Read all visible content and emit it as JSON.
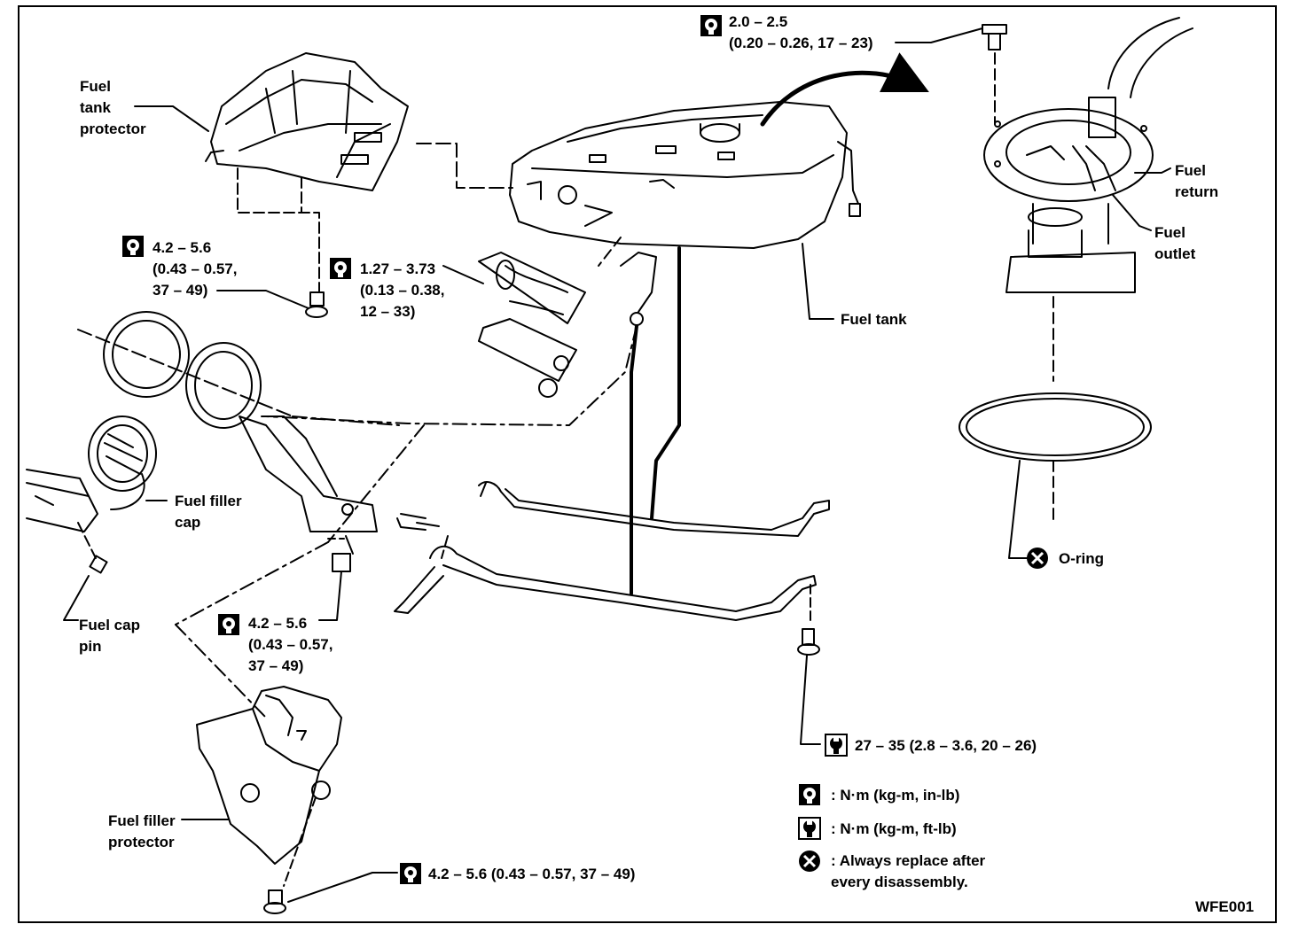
{
  "labels": {
    "fuel_tank_protector": "Fuel\ntank\nprotector",
    "fuel_tank": "Fuel tank",
    "fuel_return": "Fuel\nreturn",
    "fuel_outlet": "Fuel\noutlet",
    "o_ring": "O-ring",
    "fuel_filler_cap": "Fuel filler\ncap",
    "fuel_cap_pin": "Fuel cap\npin",
    "fuel_filler_protector": "Fuel filler\nprotector"
  },
  "torques": {
    "top": "2.0 – 2.5\n(0.20 – 0.26, 17 – 23)",
    "protector_bolt": "4.2 – 5.6\n(0.43 – 0.57,\n37 – 49)",
    "hose_clamp": "1.27 – 3.73\n(0.13 – 0.38,\n12 – 33)",
    "filler_bolt": "4.2 – 5.6\n(0.43 – 0.57,\n37 – 49)",
    "strap_bolt": "27 – 35 (2.8 – 3.6, 20 – 26)",
    "bottom": "4.2 – 5.6 (0.43 – 0.57, 37 – 49)"
  },
  "legend": {
    "nm_in_lb": ": N·m (kg-m, in-lb)",
    "nm_ft_lb": ": N·m (kg-m, ft-lb)",
    "replace": ": Always replace after\nevery disassembly."
  },
  "figure_id": "WFE001",
  "icons": [
    "torque-wrench-in-lb-icon",
    "torque-wrench-ft-lb-icon",
    "always-replace-icon"
  ]
}
